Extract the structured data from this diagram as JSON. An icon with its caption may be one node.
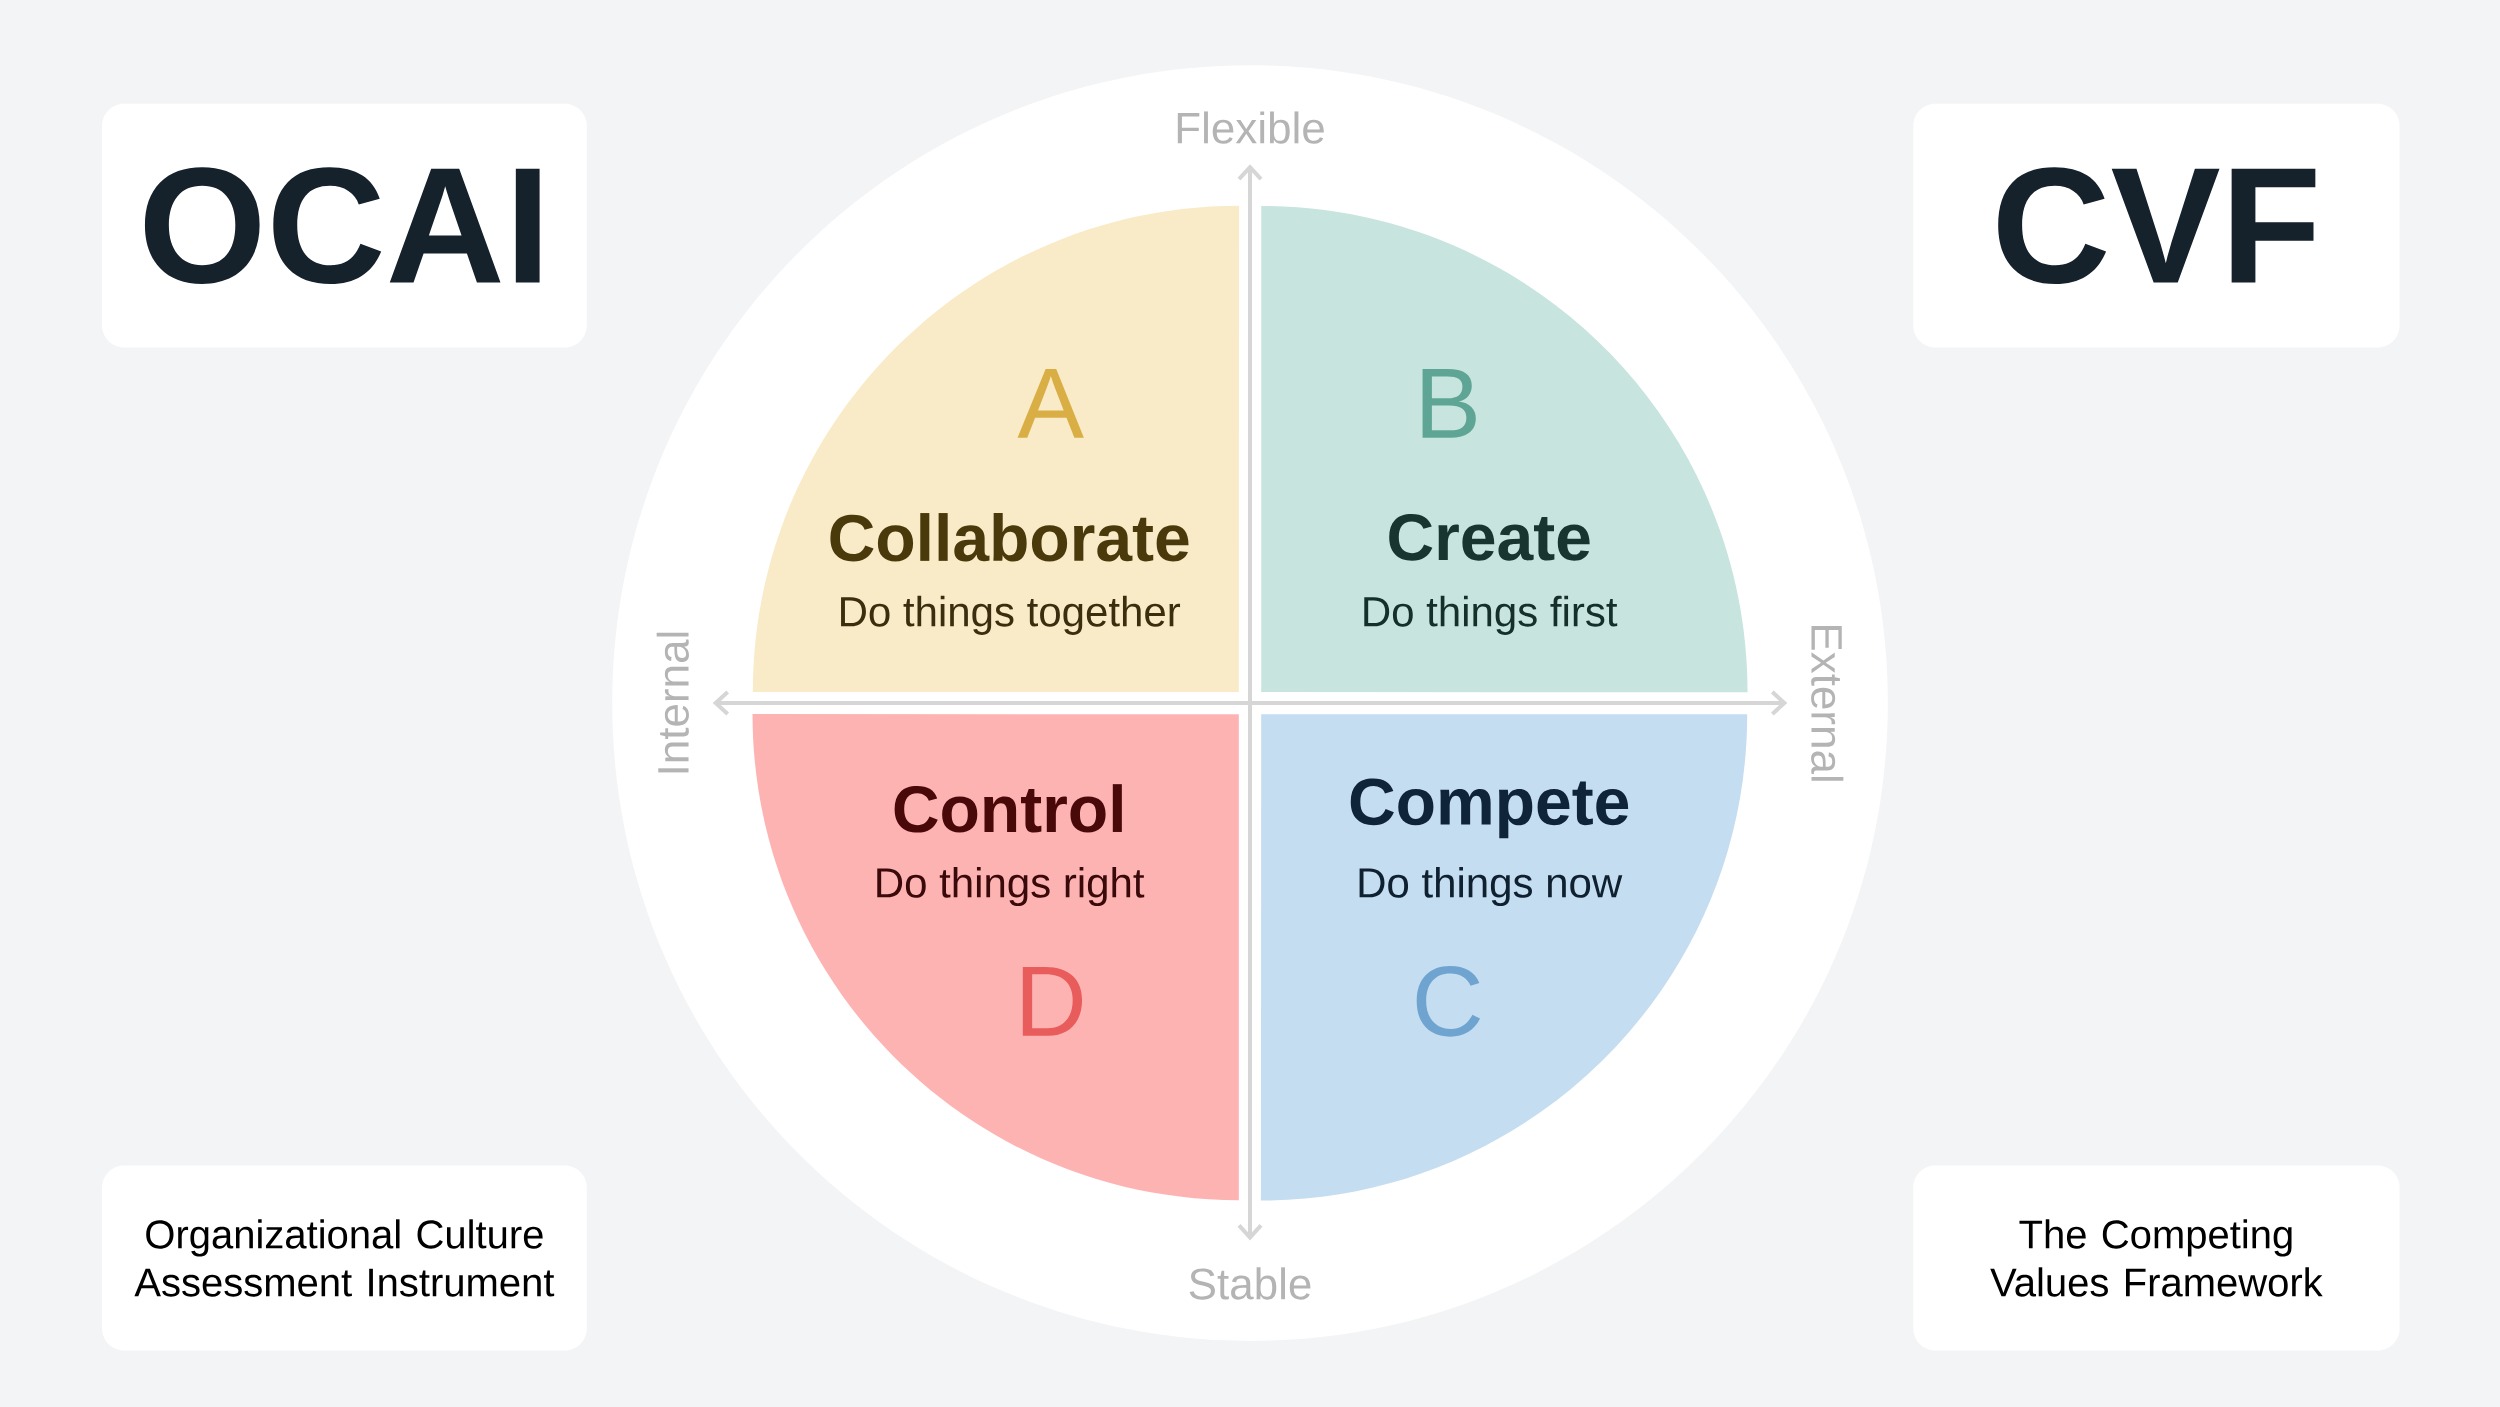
{
  "diagram": {
    "nodes": [
      {
        "text": [
          "OCAI"
        ]
      },
      {
        "text": [
          "CVF"
        ]
      },
      {
        "text": [
          "A",
          "Collaborate",
          "Do things together"
        ]
      },
      {
        "text": [
          "B",
          "Create",
          "Do things first"
        ]
      },
      {
        "text": [
          "Control",
          "Do things right",
          "D"
        ]
      },
      {
        "text": [
          "Compete",
          "Do things now",
          "C"
        ]
      },
      {
        "text": [
          "Organizational Culture Assessment Instrument"
        ]
      },
      {
        "text": [
          "The Competing Values Framework"
        ]
      }
    ],
    "labels": [
      "Flexible",
      "Internal",
      "External",
      "Stable"
    ]
  }
}
